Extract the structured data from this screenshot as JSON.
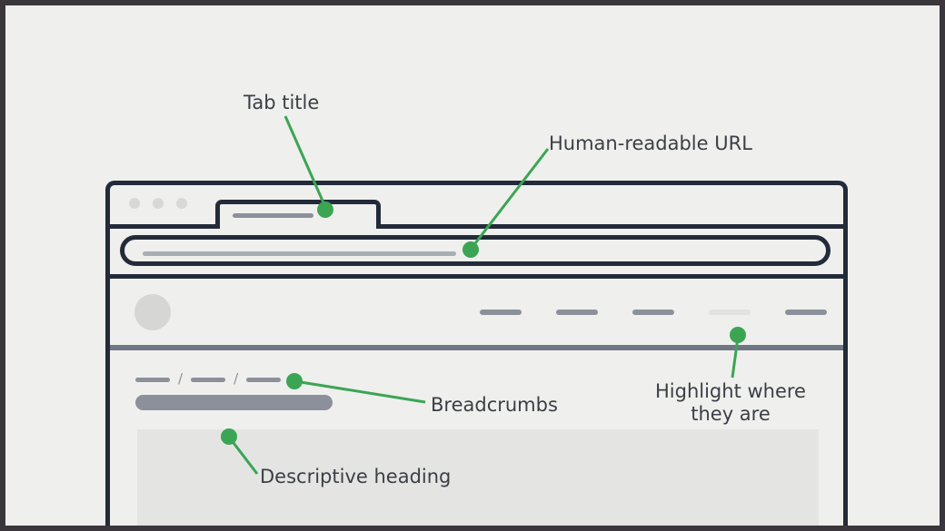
{
  "theme": {
    "page_background": "#efefed",
    "outer_border": "#3a363c",
    "browser_chrome": "#232b3a",
    "accent_green": "#3ba554",
    "placeholder_gray": "#8c909a",
    "muted_gray": "#a9aeb5",
    "card_gray": "#e4e4e3",
    "highlight_gray": "#e2e2e1",
    "text": "#3b3f45"
  },
  "browser": {
    "window_controls": [
      "dot-red",
      "dot-yellow",
      "dot-green"
    ],
    "tab": {
      "title_placeholder": ""
    },
    "address_bar": {
      "value": "",
      "placeholder": ""
    }
  },
  "app_header": {
    "avatar": "user-avatar",
    "nav_items": [
      {
        "label": "",
        "active": false
      },
      {
        "label": "",
        "active": false
      },
      {
        "label": "",
        "active": false
      },
      {
        "label": "",
        "active": true
      },
      {
        "label": "",
        "active": false
      }
    ]
  },
  "page": {
    "breadcrumb": {
      "separator": "/",
      "crumbs": [
        "",
        "",
        ""
      ]
    },
    "heading_placeholder": "",
    "content_card": ""
  },
  "annotations": [
    {
      "id": "tab-title",
      "label": "Tab title"
    },
    {
      "id": "human-readable-url",
      "label": "Human-readable URL"
    },
    {
      "id": "breadcrumbs",
      "label": "Breadcrumbs"
    },
    {
      "id": "highlight-where-they-are",
      "label": "Highlight where\nthey are"
    },
    {
      "id": "descriptive-heading",
      "label": "Descriptive heading"
    }
  ]
}
